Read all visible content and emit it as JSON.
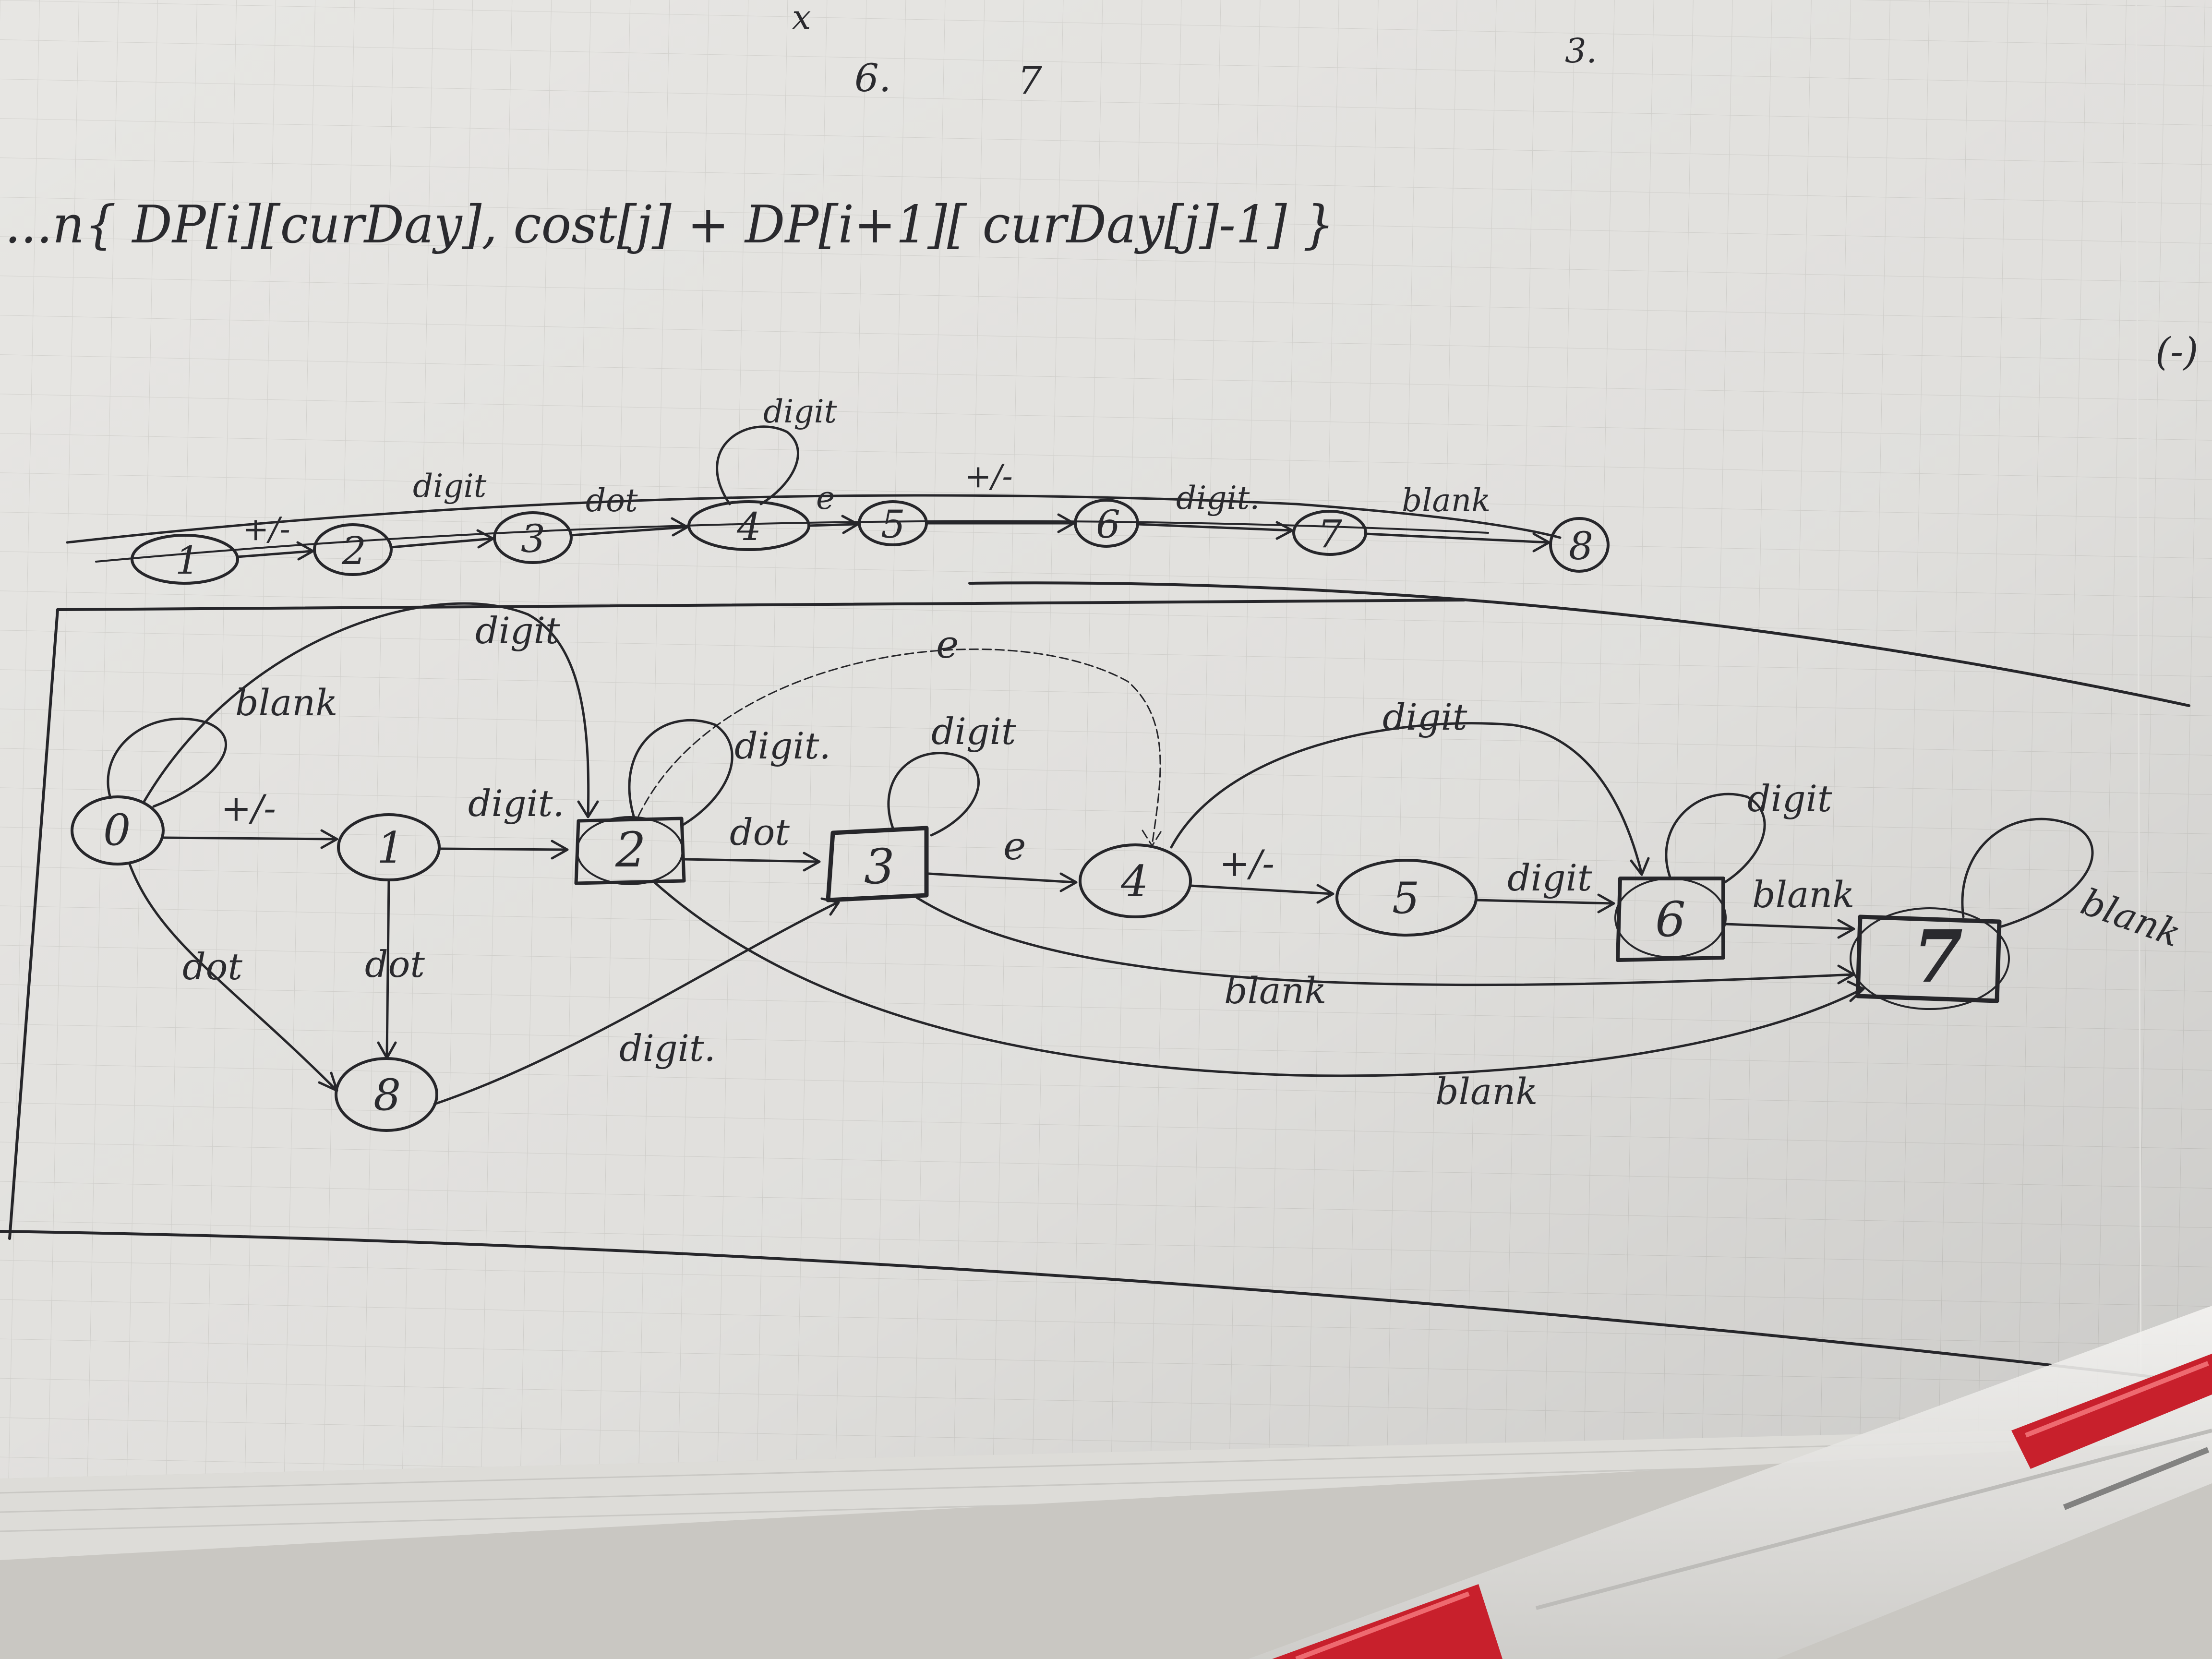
{
  "header_marks": [
    "x",
    "6.",
    "7",
    "3."
  ],
  "formula_line": "...n{ DP[i][curDay], cost[j] + DP[i+1][ curDay[j]-1] }",
  "margin_mark": "(-)",
  "top_automaton": {
    "states": [
      "1",
      "2",
      "3",
      "4",
      "5",
      "6",
      "7",
      "8"
    ],
    "transitions": [
      {
        "from": "1",
        "to": "2",
        "label": "+/-"
      },
      {
        "from": "2",
        "to": "3",
        "label": "digit"
      },
      {
        "from": "3",
        "to": "4",
        "label": "dot"
      },
      {
        "from": "4",
        "to": "4",
        "label": "digit"
      },
      {
        "from": "4",
        "to": "5",
        "label": "e"
      },
      {
        "from": "5",
        "to": "6",
        "label": "+/-"
      },
      {
        "from": "6",
        "to": "7",
        "label": "digit."
      },
      {
        "from": "7",
        "to": "8",
        "label": "blank"
      }
    ]
  },
  "main_automaton": {
    "states": [
      {
        "id": "0",
        "label": "0",
        "accepting": false
      },
      {
        "id": "1",
        "label": "1",
        "accepting": false
      },
      {
        "id": "2",
        "label": "2",
        "accepting": true
      },
      {
        "id": "3",
        "label": "3",
        "accepting": true
      },
      {
        "id": "4",
        "label": "4",
        "accepting": false
      },
      {
        "id": "5",
        "label": "5",
        "accepting": false
      },
      {
        "id": "6",
        "label": "6",
        "accepting": true
      },
      {
        "id": "7",
        "label": "7",
        "accepting": true
      },
      {
        "id": "8",
        "label": "8",
        "accepting": false
      }
    ],
    "transitions": [
      {
        "from": "0",
        "to": "0",
        "label": "blank"
      },
      {
        "from": "0",
        "to": "1",
        "label": "+/-"
      },
      {
        "from": "0",
        "to": "2",
        "label": "digit"
      },
      {
        "from": "0",
        "to": "8",
        "label": "dot"
      },
      {
        "from": "1",
        "to": "2",
        "label": "digit."
      },
      {
        "from": "1",
        "to": "8",
        "label": "dot"
      },
      {
        "from": "2",
        "to": "2",
        "label": "digit."
      },
      {
        "from": "2",
        "to": "3",
        "label": "dot"
      },
      {
        "from": "2",
        "to": "4",
        "label": "e"
      },
      {
        "from": "2",
        "to": "7",
        "label": "blank"
      },
      {
        "from": "3",
        "to": "3",
        "label": "digit"
      },
      {
        "from": "3",
        "to": "4",
        "label": "e"
      },
      {
        "from": "3",
        "to": "7",
        "label": "blank"
      },
      {
        "from": "4",
        "to": "5",
        "label": "+/-"
      },
      {
        "from": "4",
        "to": "6",
        "label": "digit"
      },
      {
        "from": "5",
        "to": "6",
        "label": "digit"
      },
      {
        "from": "6",
        "to": "6",
        "label": "digit"
      },
      {
        "from": "6",
        "to": "7",
        "label": "blank"
      },
      {
        "from": "7",
        "to": "7",
        "label": "blank"
      },
      {
        "from": "8",
        "to": "3",
        "label": "digit."
      }
    ]
  },
  "colors": {
    "paper": "#ecebe8",
    "ink": "#26262a",
    "grid": "#d6d5d2",
    "pen_red": "#c8202c",
    "desk": "#d2d0cb"
  }
}
